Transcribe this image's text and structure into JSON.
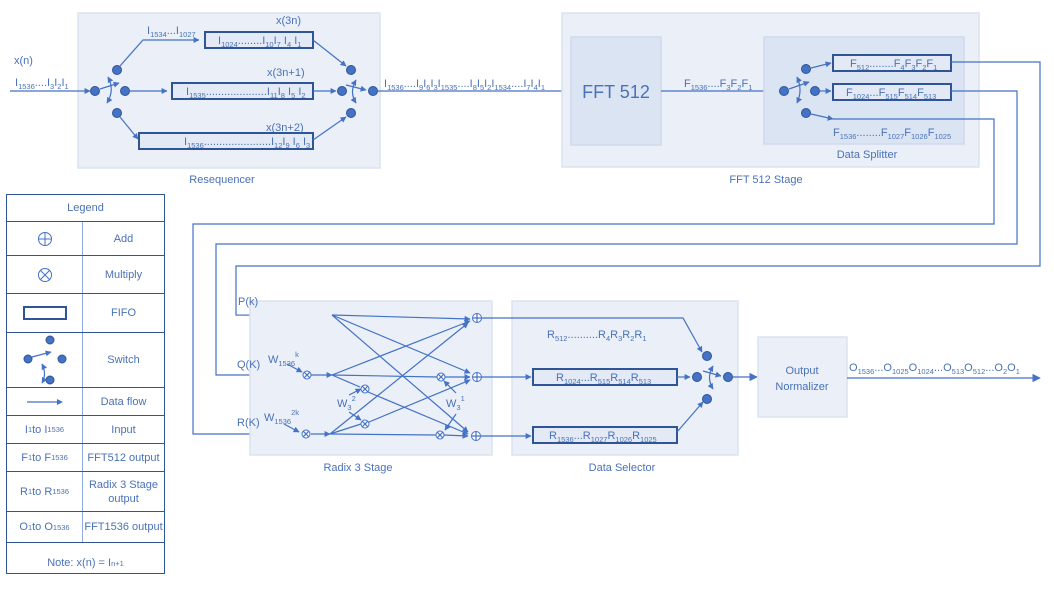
{
  "colors": {
    "accent": "#4472c4",
    "dark_border": "#2f5597",
    "block_fill": "#eaeff8",
    "inner_fill": "#dbe4f3",
    "text": "#4a72b8"
  },
  "input": {
    "name": "x(n)",
    "stream": {
      "p": "I",
      "s1": "1536",
      "m": "....I",
      "s2": "3",
      "m2": "I",
      "s3": "2",
      "m3": "I",
      "s4": "1"
    }
  },
  "resequencer": {
    "caption": "Resequencer",
    "top_label": "x(3n)",
    "mid_label": "x(3n+1)",
    "bot_label": "x(3n+2)",
    "pre_top": {
      "a": "I",
      "s1": "1534",
      "b": "...I",
      "s2": "1027"
    },
    "fifo_top": {
      "a": "I",
      "s1": "1024",
      "b": "........I",
      "s2": "10",
      "c": "I",
      "s3": "7",
      "d": " I",
      "s4": "4",
      "e": " I",
      "s5": "1"
    },
    "fifo_mid": {
      "a": "I",
      "s1": "1535",
      "b": "....................I",
      "s2": "11",
      "c": "I",
      "s3": "8",
      "d": " I",
      "s4": "5",
      "e": " I",
      "s5": "2"
    },
    "fifo_bot": {
      "a": "I",
      "s1": "1536",
      "b": "......................I",
      "s2": "12",
      "c": "I",
      "s3": "9",
      "d": " I",
      "s4": "6",
      "e": " I",
      "s5": "3"
    }
  },
  "reseq_output": {
    "a": "I",
    "s1": "1536",
    "b": "....I",
    "s2": "9",
    "c": "I",
    "s3": "6",
    "d": "I",
    "s4": "3",
    "e": "I",
    "s5": "1535",
    "f": "....I",
    "s6": "8",
    "g": "I",
    "s7": "5",
    "h": "I",
    "s8": "2",
    "i": "I",
    "s9": "1534",
    "j": "....I",
    "s10": "7",
    "k": "I",
    "s11": "4",
    "l": "I",
    "s12": "1"
  },
  "fft_stage": {
    "caption": "FFT 512 Stage",
    "fft_block": "FFT 512",
    "output": {
      "a": "F",
      "s1": "1536",
      "b": "....F",
      "s2": "3",
      "c": "F",
      "s3": "2",
      "d": "F",
      "s4": "1"
    },
    "splitter": {
      "caption": "Data Splitter",
      "fifo_top": {
        "a": "F",
        "s1": "512",
        "b": "........F",
        "s2": "4",
        "c": "F",
        "s3": "3",
        "d": "F",
        "s4": "2",
        "e": "F",
        "s5": "1"
      },
      "fifo_mid": {
        "a": "F",
        "s1": "1024",
        "b": "...F",
        "s2": "515",
        "c": "F",
        "s3": "514",
        "d": "F",
        "s4": "513"
      },
      "bottom": {
        "a": "F",
        "s1": "1536",
        "b": "........F",
        "s2": "1027",
        "c": "F",
        "s3": "1026",
        "d": "F",
        "s4": "1025"
      }
    }
  },
  "radix3": {
    "caption": "Radix 3 Stage",
    "p": "P(k)",
    "q": "Q(K)",
    "r": "R(K)",
    "w_k": {
      "base": "W",
      "sub": "1536",
      "sup": "k"
    },
    "w_2k": {
      "base": "W",
      "sub": "1536",
      "sup": "2k"
    },
    "w3_2": {
      "base": "W",
      "sub": "3",
      "sup": "2"
    },
    "w3_1": {
      "base": "W",
      "sub": "3",
      "sup": "1"
    }
  },
  "selector": {
    "caption": "Data Selector",
    "top": {
      "a": "R",
      "s1": "512",
      "b": "..........R",
      "s2": "4",
      "c": "R",
      "s3": "3",
      "d": "R",
      "s4": "2",
      "e": "R",
      "s5": "1"
    },
    "fifo_mid": {
      "a": "R",
      "s1": "1024",
      "b": "...R",
      "s2": "515",
      "c": "R",
      "s3": "514",
      "d": "R",
      "s4": "513"
    },
    "fifo_bot": {
      "a": "R",
      "s1": "1536",
      "b": "...R",
      "s2": "1027",
      "c": "R",
      "s3": "1026",
      "d": "R",
      "s4": "1025"
    }
  },
  "normalizer": {
    "line1": "Output",
    "line2": "Normalizer"
  },
  "final_output": {
    "a": "O",
    "s1": "1536",
    "b": "...O",
    "s2": "1025",
    "c": "O",
    "s3": "1024",
    "d": "...O",
    "s4": "513",
    "e": "O",
    "s5": "512",
    "f": "...O",
    "s6": "2",
    "g": "O",
    "s7": "1"
  },
  "legend": {
    "title": "Legend",
    "rows": [
      {
        "symbol": "add-symbol",
        "label": "Add"
      },
      {
        "symbol": "multiply-symbol",
        "label": "Multiply"
      },
      {
        "symbol": "fifo-symbol",
        "label": "FIFO"
      },
      {
        "symbol": "switch-symbol",
        "label": "Switch"
      },
      {
        "symbol": "arrow-symbol",
        "label": "Data flow"
      },
      {
        "sym_a": "I",
        "sym_s1": "1",
        "sym_b": " to I",
        "sym_s2": "1536",
        "label": "Input"
      },
      {
        "sym_a": "F",
        "sym_s1": "1",
        "sym_b": " to F",
        "sym_s2": "1536",
        "label": "FFT512 output"
      },
      {
        "sym_a": "R",
        "sym_s1": "1",
        "sym_b": " to R",
        "sym_s2": "1536",
        "label_1": "Radix 3 Stage",
        "label_2": "output"
      },
      {
        "sym_a": "O",
        "sym_s1": "1",
        "sym_b": " to O",
        "sym_s2": "1536",
        "label": "FFT1536 output"
      }
    ],
    "note": {
      "a": "Note: x(n) = I",
      "s": "n+1"
    }
  }
}
